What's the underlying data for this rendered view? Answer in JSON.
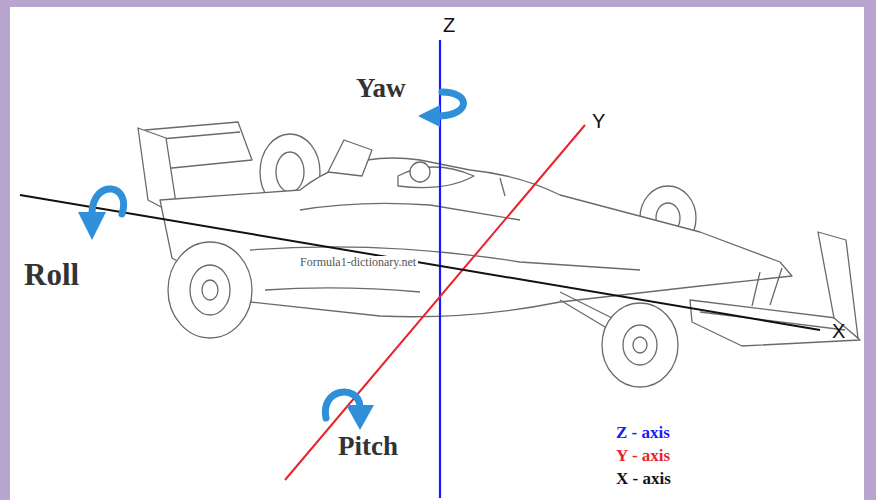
{
  "diagram": {
    "labels": [
      "Z",
      "Yaw",
      "Y",
      "Roll",
      "X",
      "Pitch",
      "Formula1-dictionary.net",
      "Z - axis",
      "Y - axis",
      "X - axis"
    ]
  }
}
